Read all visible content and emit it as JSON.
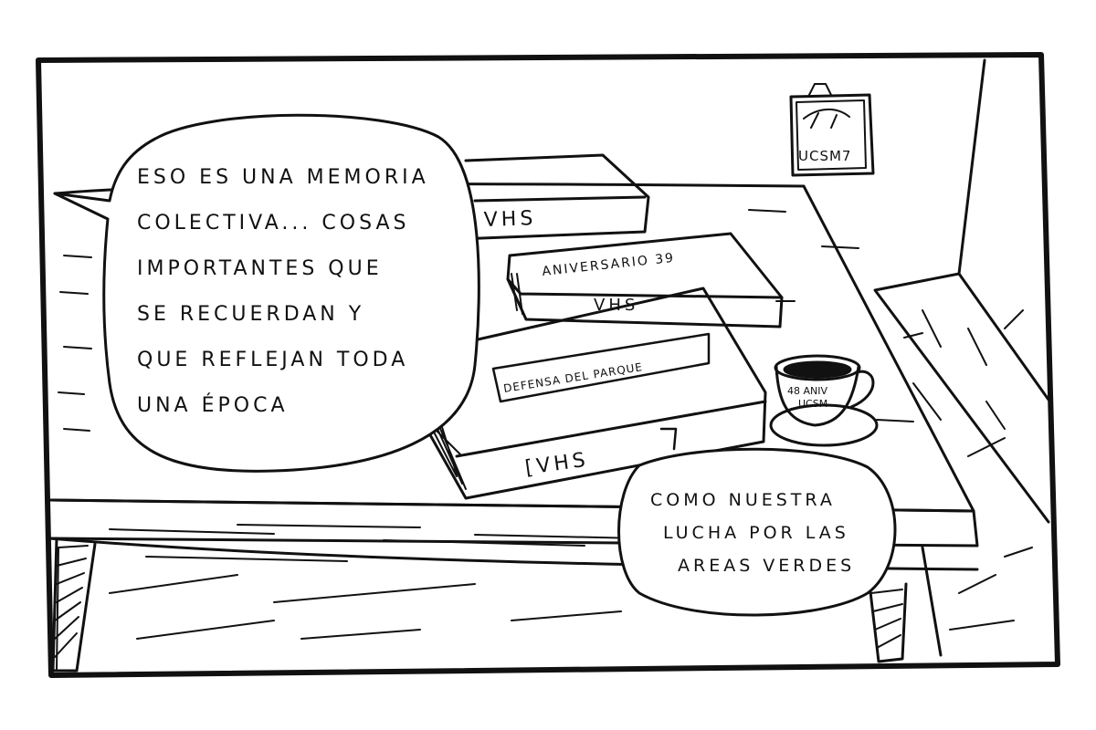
{
  "speech_bubbles": {
    "left": {
      "lines": [
        "Eso es una memoria",
        "colectiva... cosas",
        "importantes que",
        "se recuerdan y",
        "que reflejan toda",
        "una época"
      ]
    },
    "right": {
      "lines": [
        "Como nuestra",
        "lucha por las",
        "areas verdes"
      ]
    }
  },
  "tape_labels": {
    "back_tape": "VHS",
    "middle_tape": "ANIVERSARIO 39",
    "middle_tape_spine": "VHS",
    "front_tape_label": "DEFENSA DEL PARQUE",
    "front_tape_spine": "[VHS"
  },
  "wall_frame": {
    "label": "UCSM7"
  },
  "mug": {
    "line1": "48 ANIV",
    "line2": "UCSM"
  },
  "colors": {
    "ink": "#111111",
    "paper": "#ffffff"
  }
}
